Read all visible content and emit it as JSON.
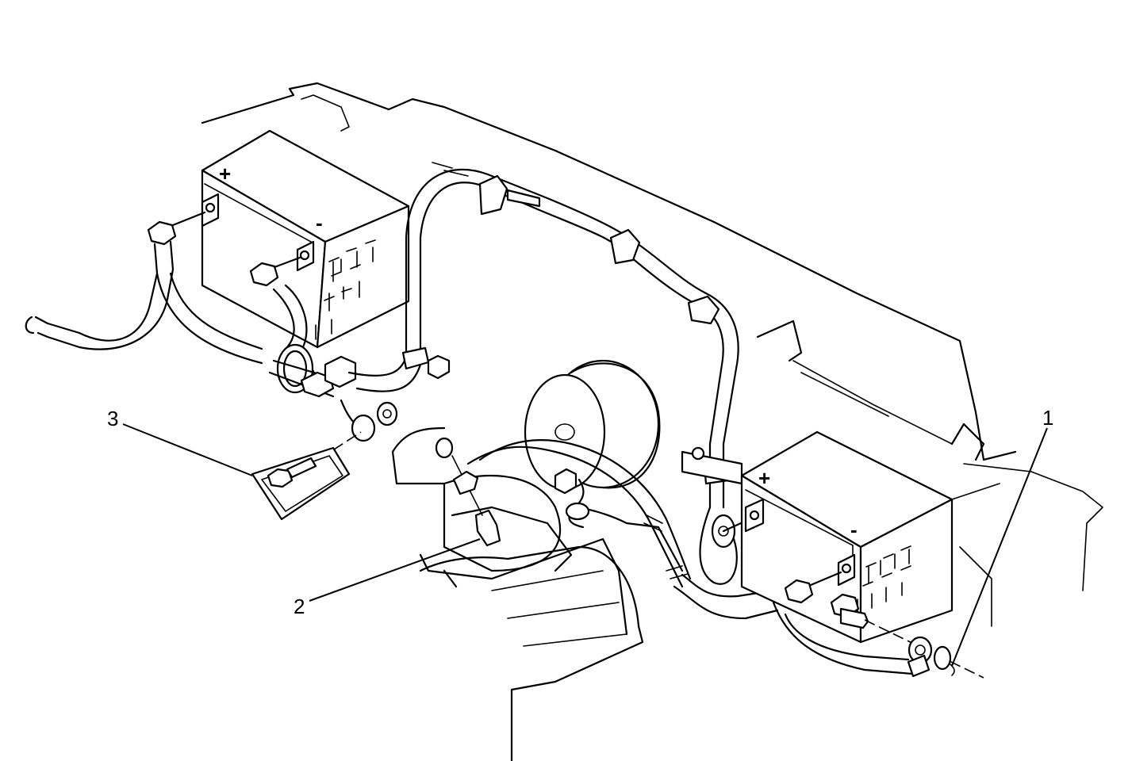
{
  "diagram": {
    "callouts": [
      {
        "id": "callout-1",
        "label": "1"
      },
      {
        "id": "callout-2",
        "label": "2"
      },
      {
        "id": "callout-3",
        "label": "3"
      }
    ],
    "battery_left": {
      "positive_mark": "+",
      "negative_mark": "-"
    },
    "battery_right": {
      "positive_mark": "+",
      "negative_mark": "-"
    },
    "colors": {
      "ink": "#000000",
      "paper": "#ffffff"
    }
  }
}
